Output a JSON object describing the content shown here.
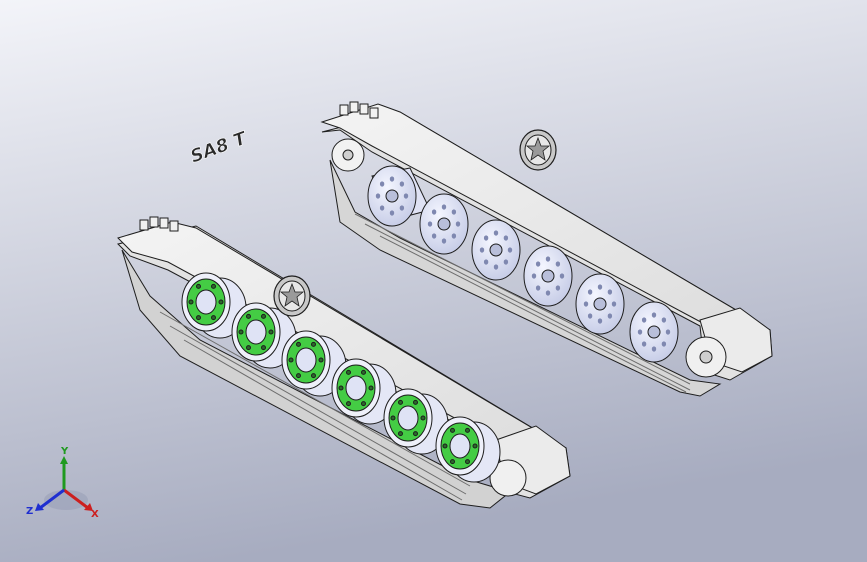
{
  "scene": {
    "background_top": "#f3f4f9",
    "background_bottom": "#a7acc0",
    "emboss_text": "SA8 T",
    "track_body_color": "#ececec",
    "edge_color": "#1e1e1e",
    "front_hub_accent": "#44cc44",
    "rear_wheel_color": "#dde1f6",
    "star_emblem": "star-icon"
  },
  "triad": {
    "y_label": "Y",
    "x_label": "X",
    "z_label": "Z",
    "y_color": "#1f9a1f",
    "x_color": "#cc1f1f",
    "z_color": "#1f2fd0"
  }
}
